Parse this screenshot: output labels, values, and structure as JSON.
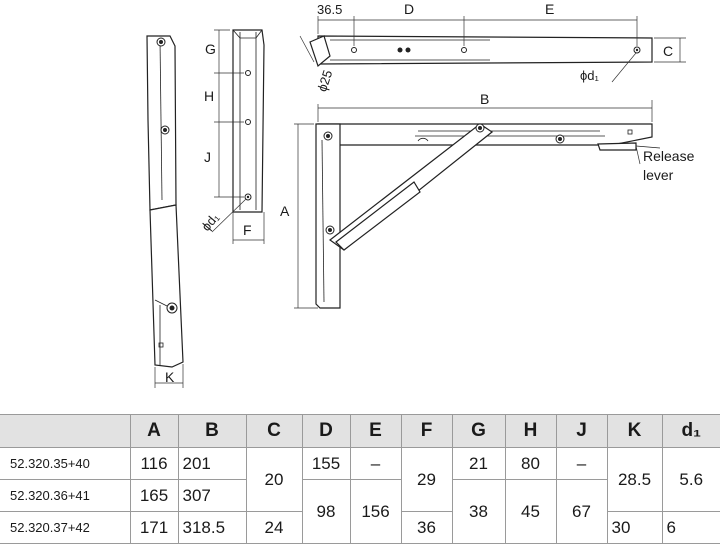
{
  "drawing": {
    "labels": {
      "a": "A",
      "b": "B",
      "c": "C",
      "d": "D",
      "e": "E",
      "f": "F",
      "g": "G",
      "h": "H",
      "j": "J",
      "k": "K",
      "offset": "36.5",
      "phi25": "ϕ25",
      "phi_d1_top": "ϕd₁",
      "phi_d1_side": "ϕd₁",
      "release_lever": [
        "Release",
        "lever"
      ]
    }
  },
  "table": {
    "headers": [
      "",
      "A",
      "B",
      "C",
      "D",
      "E",
      "F",
      "G",
      "H",
      "J",
      "K",
      "d₁"
    ],
    "rows": [
      {
        "model": "52.320.35+40",
        "a": "116",
        "b": "201",
        "c": "20",
        "d": "155",
        "e": "–",
        "f": "29",
        "g": "21",
        "h": "80",
        "j": "–",
        "k": "28.5",
        "d1": "5.6"
      },
      {
        "model": "52.320.36+41",
        "a": "165",
        "b": "307",
        "d": "98",
        "e": "156",
        "g": "38",
        "h": "45",
        "j": "67"
      },
      {
        "model": "52.320.37+42",
        "a": "171",
        "b": "318.5",
        "c": "24",
        "f": "36",
        "k": "30",
        "d1": "6"
      }
    ]
  }
}
